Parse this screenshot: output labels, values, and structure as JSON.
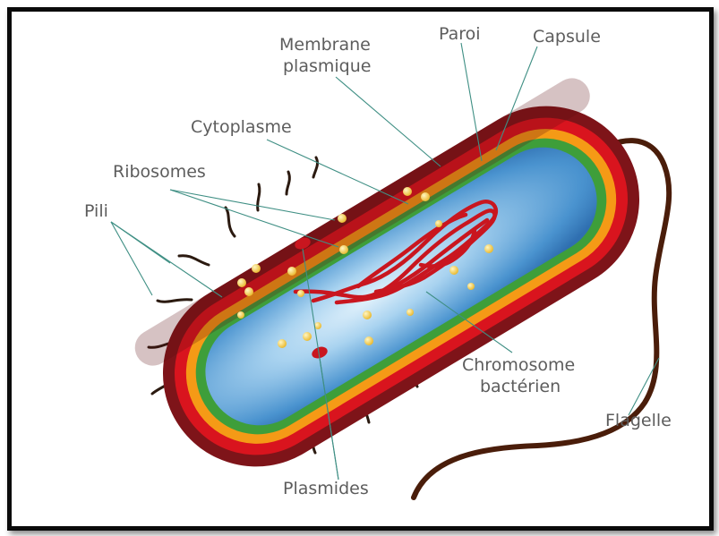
{
  "diagram": {
    "labels": {
      "membrane": [
        "Membrane",
        "plasmique"
      ],
      "paroi": "Paroi",
      "capsule": "Capsule",
      "cytoplasme": "Cytoplasme",
      "ribosomes": "Ribosomes",
      "pili": "Pili",
      "chromosome": [
        "Chromosome",
        "bactérien"
      ],
      "flagelle": "Flagelle",
      "plasmides": "Plasmides"
    },
    "colors": {
      "capsule": "#7e1419",
      "paroi_red": "#d9141e",
      "paroi_orange": "#f59a16",
      "membrane": "#3e9e3a",
      "cytoplasm": "#4a93cf",
      "chromosome": "#c9161f",
      "ribosome": "#f4d23a",
      "flagellum": "#4a1d0a",
      "leader": "#3f8f84",
      "label_text": "#5d5d5d",
      "frame": "#0a0a0a"
    }
  }
}
